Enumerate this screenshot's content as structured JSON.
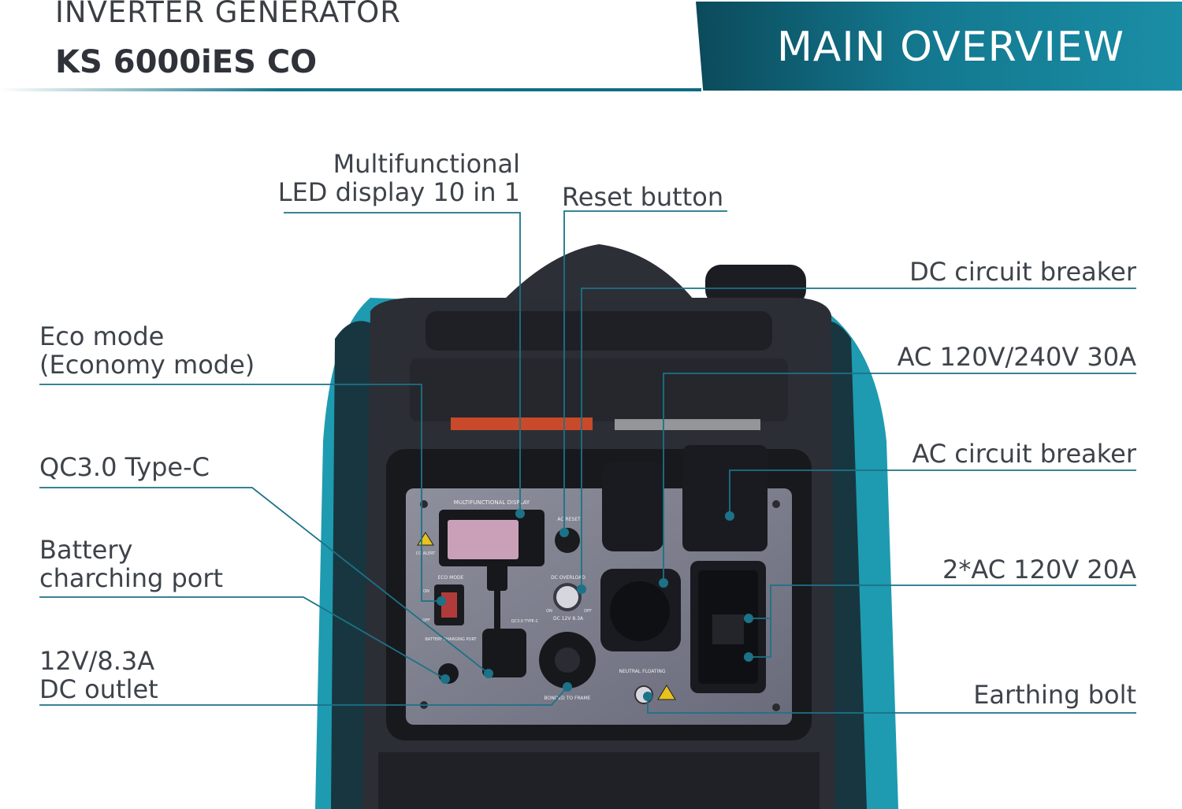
{
  "header": {
    "subtitle": "INVERTER GENERATOR",
    "model": "KS 6000iES CO",
    "banner": "MAIN OVERVIEW"
  },
  "callouts": {
    "led_display": {
      "line1": "Multifunctional",
      "line2": "LED display 10 in 1"
    },
    "reset_button": "Reset button",
    "dc_breaker": "DC circuit breaker",
    "ac_30a": "AC 120V/240V 30A",
    "ac_breaker": "AC circuit breaker",
    "ac_20a": "2*AC 120V 20A",
    "earthing_bolt": "Earthing bolt",
    "eco_mode": {
      "line1": "Eco mode",
      "line2": "(Economy mode)"
    },
    "qc30": "QC3.0 Type-C",
    "battery_port": {
      "line1": "Battery",
      "line2": "charching port"
    },
    "dc_outlet": {
      "line1": "12V/8.3A",
      "line2": "DC outlet"
    }
  },
  "panel_text": {
    "display_title": "MULTIFUNCTIONAL DISPLAY",
    "ac_reset": "AC RESET",
    "eco_mode": "ECO MODE",
    "dc_overload": "DC OVERLOAD",
    "dc_rating": "DC 12V 8.3A",
    "qc_label": "QC3.0 TYPE-C",
    "battery_charging": "BATTERY CHARGING PORT",
    "neutral_floating": "NEUTRAL FLOATING",
    "bonded_to_frame": "BONDED TO FRAME",
    "co_alert": "CO ALERT",
    "on": "ON",
    "off": "OFF"
  },
  "colors": {
    "teal_banner": "#13778e",
    "body_teal": "#1e9bb0",
    "label_text": "#3e434a",
    "leader_line": "#1c7288"
  }
}
